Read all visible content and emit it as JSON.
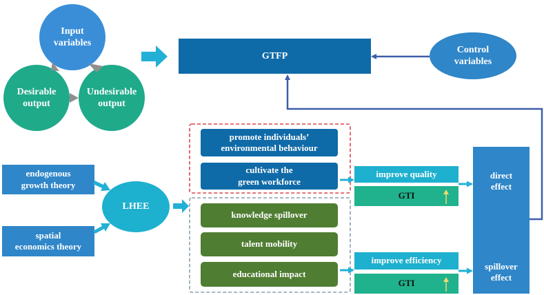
{
  "colors": {
    "blue_circle": "#3a8ed8",
    "teal_circle": "#1faa8a",
    "dark_blue": "#0f6aa8",
    "mid_blue": "#2f86c8",
    "green": "#4f7d32",
    "cyan": "#1eb0cf",
    "teal_box": "#20b28c",
    "red_dashed": "#d9474f",
    "gray_dashed": "#8a9fab",
    "arrow_blue": "#23b0d6",
    "line_navy": "#3d5fa8",
    "gray_arrow": "#8f8f8f",
    "up_arrow": "#f2d96b"
  },
  "cycle": {
    "input": "Input\nvariables",
    "desirable": "Desirable\noutput",
    "undesirable": "Undesirable\noutput"
  },
  "gtfp": "GTFP",
  "control": "Control\nvariables",
  "theories": {
    "endogenous": "endogenous\ngrowth theory",
    "spatial": "spatial\neconomics theory"
  },
  "lhee": "LHEE",
  "mechanisms_direct": [
    "promote individuals’\nenvironmental behaviour",
    "cultivate the\ngreen workforce"
  ],
  "mechanisms_spillover": [
    "knowledge spillover",
    "talent mobility",
    "educational impact"
  ],
  "quality": {
    "label": "improve quality",
    "gti": "GTI"
  },
  "efficiency": {
    "label": "improve efficiency",
    "gti": "GTI"
  },
  "effects": {
    "direct": "direct\neffect",
    "spillover": "spillover\neffect"
  },
  "icons": {
    "gti_trend": "up-arrow-icon"
  }
}
